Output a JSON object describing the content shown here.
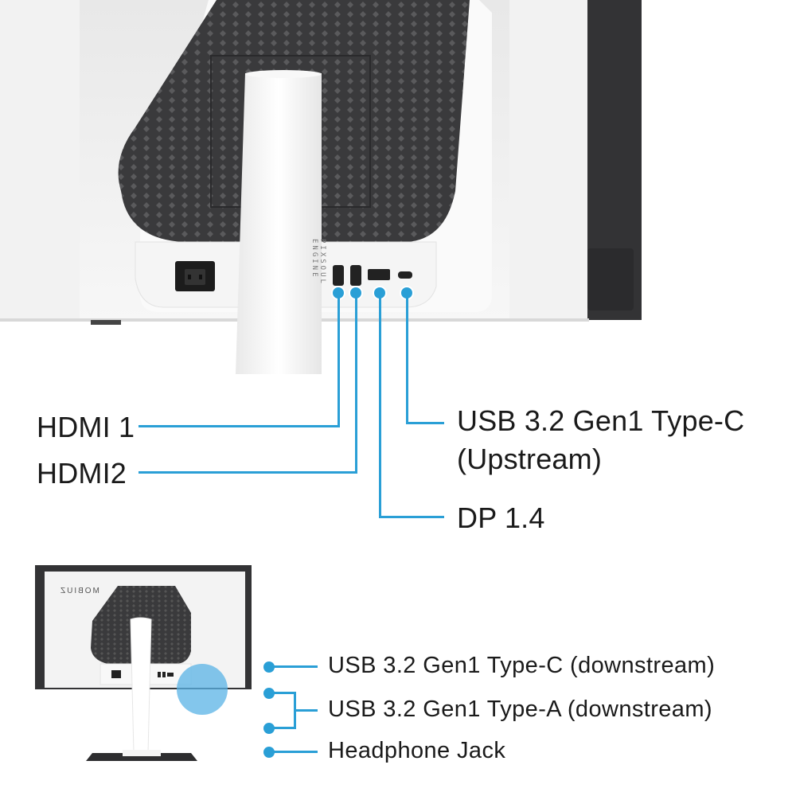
{
  "colors": {
    "accent": "#2a9fd6",
    "monitor_white": "#f2f2f2",
    "vent_dark": "#3a3a3c",
    "bezel_dark": "#333335"
  },
  "stand_text": {
    "line1": "PIXSOUL",
    "line2": "ENGINE"
  },
  "thumbnail": {
    "brand": "MOBIUZ"
  },
  "labels": {
    "hdmi1": "HDMI 1",
    "hdmi2": "HDMI2",
    "usbc_up_line1": "USB 3.2 Gen1 Type-C",
    "usbc_up_line2": "(Upstream)",
    "dp": "DP 1.4",
    "usbc_down": "USB 3.2 Gen1 Type-C (downstream)",
    "usba_down": "USB 3.2 Gen1 Type-A (downstream)",
    "headphone": "Headphone Jack"
  },
  "icons": [
    "power-socket-icon",
    "hdmi-port-icon",
    "displayport-icon",
    "usb-c-port-icon"
  ]
}
